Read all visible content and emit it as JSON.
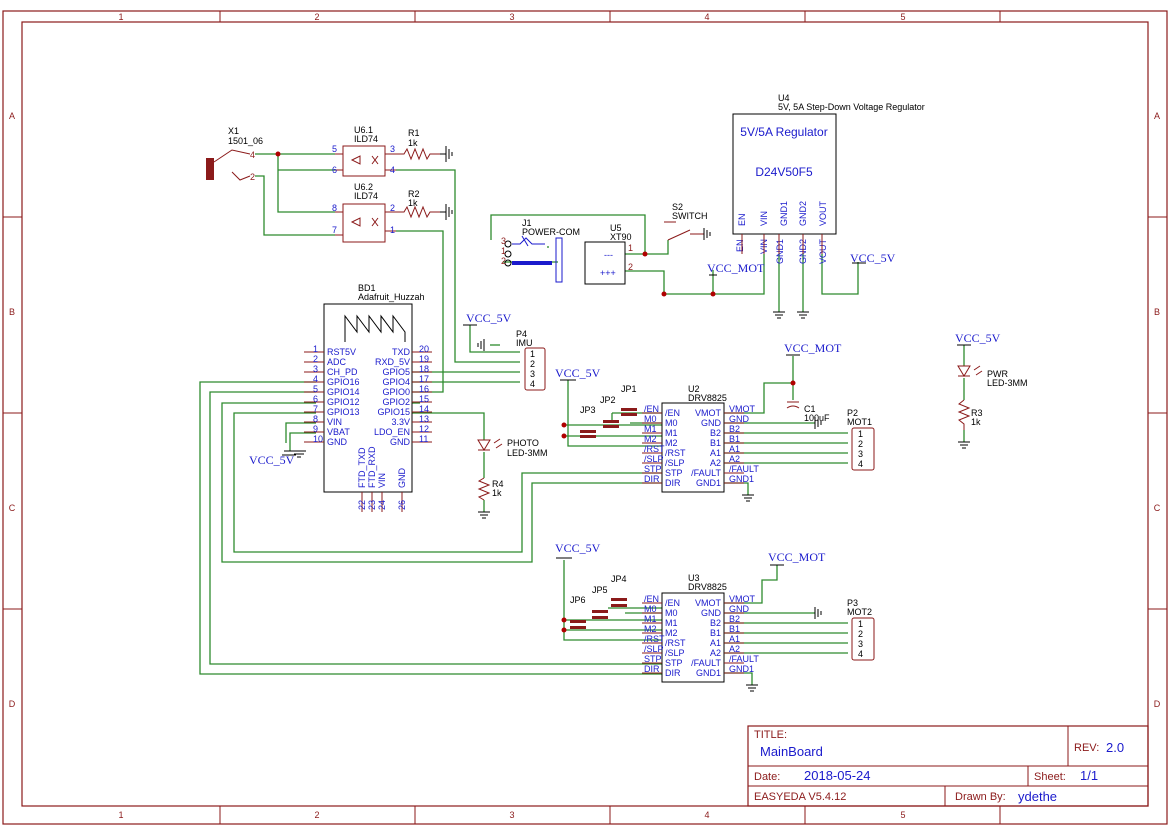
{
  "frame": {
    "cols": [
      "1",
      "2",
      "3",
      "4",
      "5"
    ],
    "rows": [
      "A",
      "B",
      "C",
      "D"
    ]
  },
  "components": {
    "x1": {
      "ref": "X1",
      "name": "1501_06",
      "p4": "4",
      "p2": "2"
    },
    "u61": {
      "ref": "U6.1",
      "name": "ILD74",
      "p5": "5",
      "p6": "6",
      "p3": "3",
      "p4": "4"
    },
    "u62": {
      "ref": "U6.2",
      "name": "ILD74",
      "p8": "8",
      "p7": "7",
      "p2": "2",
      "p1": "1"
    },
    "r1": {
      "ref": "R1",
      "value": "1k"
    },
    "r2": {
      "ref": "R2",
      "value": "1k"
    },
    "u4": {
      "ref": "U4",
      "desc": "5V, 5A Step-Down Voltage Regulator",
      "title": "5V/5A Regulator",
      "part": "D24V50F5",
      "pins": [
        "EN",
        "EN",
        "VIN",
        "VIN",
        "GND1",
        "GND1",
        "GND2",
        "GND2",
        "VOUT",
        "VOUT"
      ]
    },
    "j1": {
      "ref": "J1",
      "name": "POWER-COM",
      "p3": "3",
      "p1": "1",
      "p2": "2"
    },
    "u5": {
      "ref": "U5",
      "name": "XT90",
      "minus": "---",
      "plus": "+++",
      "p1": "1",
      "p2": "2"
    },
    "s2": {
      "ref": "S2",
      "name": "SWITCH"
    },
    "bd1": {
      "ref": "BD1",
      "name": "Adafruit_Huzzah",
      "left": [
        [
          "1",
          "RST5V"
        ],
        [
          "2",
          "ADC"
        ],
        [
          "3",
          "CH_PD"
        ],
        [
          "4",
          "GPIO16"
        ],
        [
          "5",
          "GPIO14"
        ],
        [
          "6",
          "GPIO12"
        ],
        [
          "7",
          "GPIO13"
        ],
        [
          "8",
          "VIN"
        ],
        [
          "9",
          "VBAT"
        ],
        [
          "10",
          "GND"
        ]
      ],
      "right": [
        [
          "20",
          "TXD"
        ],
        [
          "19",
          "RXD_5V"
        ],
        [
          "18",
          "GPIO5"
        ],
        [
          "17",
          "GPIO4"
        ],
        [
          "16",
          "GPIO0"
        ],
        [
          "15",
          "GPIO2"
        ],
        [
          "14",
          "GPIO15"
        ],
        [
          "13",
          "3.3V"
        ],
        [
          "12",
          "LDO_EN"
        ],
        [
          "11",
          "GND"
        ]
      ],
      "bottom": [
        [
          "22",
          "FTD_TXD"
        ],
        [
          "23",
          "FTD_RXD"
        ],
        [
          "24",
          "VIN"
        ],
        [
          "26",
          "GND"
        ]
      ]
    },
    "p4": {
      "ref": "P4",
      "name": "IMU",
      "pins": [
        "1",
        "2",
        "3",
        "4"
      ]
    },
    "photo": {
      "ref": "PHOTO",
      "name": "LED-3MM"
    },
    "r4": {
      "ref": "R4",
      "value": "1k"
    },
    "u2": {
      "ref": "U2",
      "name": "DRV8825",
      "left": [
        "/EN",
        "M0",
        "M1",
        "M2",
        "/RST",
        "/SLP",
        "STP",
        "DIR"
      ],
      "right": [
        "VMOT",
        "GND",
        "B2",
        "B1",
        "A1",
        "A2",
        "/FAULT",
        "GND1"
      ]
    },
    "u3": {
      "ref": "U3",
      "name": "DRV8825",
      "left": [
        "/EN",
        "M0",
        "M1",
        "M2",
        "/RST",
        "/SLP",
        "STP",
        "DIR"
      ],
      "right": [
        "VMOT",
        "GND",
        "B2",
        "B1",
        "A1",
        "A2",
        "/FAULT",
        "GND1"
      ]
    },
    "jp1": "JP1",
    "jp2": "JP2",
    "jp3": "JP3",
    "jp4": "JP4",
    "jp5": "JP5",
    "jp6": "JP6",
    "c1": {
      "ref": "C1",
      "value": "100uF"
    },
    "p2": {
      "ref": "P2",
      "name": "MOT1",
      "pins": [
        "1",
        "2",
        "3",
        "4"
      ]
    },
    "p3": {
      "ref": "P3",
      "name": "MOT2",
      "pins": [
        "1",
        "2",
        "3",
        "4"
      ]
    },
    "pwr": {
      "ref": "PWR",
      "name": "LED-3MM"
    },
    "r3": {
      "ref": "R3",
      "value": "1k"
    }
  },
  "nets": {
    "vcc_mot": "VCC_MOT",
    "vcc_5v": "VCC_5V"
  },
  "titleblock": {
    "title_label": "TITLE:",
    "title": "MainBoard",
    "rev_label": "REV:",
    "rev": "2.0",
    "date_label": "Date:",
    "date": "2018-05-24",
    "sheet_label": "Sheet:",
    "sheet": "1/1",
    "tool": "EASYEDA V5.4.12",
    "drawn_label": "Drawn By:",
    "drawn": "ydethe"
  },
  "colors": {
    "frame": "#8b1a1a",
    "wire": "#2e8b2e",
    "pin_text": "#1a1acc",
    "junction": "#b00000"
  }
}
